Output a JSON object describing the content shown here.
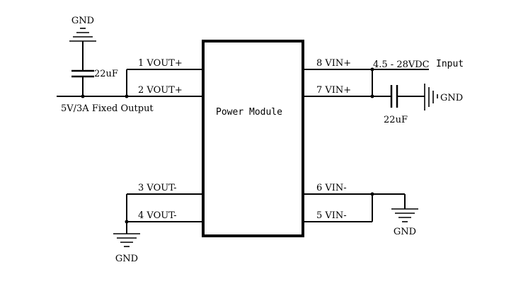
{
  "module": {
    "label": "Power Module"
  },
  "pins": {
    "p1": "1 VOUT+",
    "p2": "2 VOUT+",
    "p3": "3 VOUT-",
    "p4": "4 VOUT-",
    "p5": "5 VIN-",
    "p6": "6 VIN-",
    "p7": "7 VIN+",
    "p8": "8 VIN+"
  },
  "output": {
    "label": "5V/3A Fixed Output",
    "cap_label": "22uF",
    "gnd_top": "GND",
    "gnd_bottom": "GND"
  },
  "input": {
    "voltage_label": "4.5 - 28VDC",
    "input_label": "Input",
    "cap_label": "22uF",
    "gnd_cap": "GND",
    "gnd_bottom": "GND"
  }
}
